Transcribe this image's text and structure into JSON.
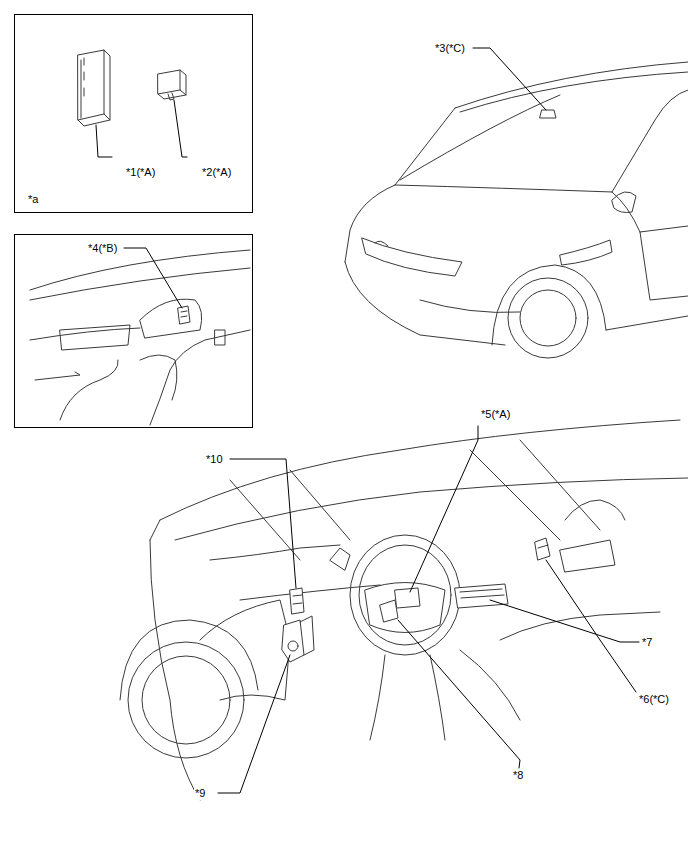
{
  "diagram": {
    "nodes": [
      {
        "text": [
          "*1(*A)",
          "*2(*A)",
          "*a"
        ]
      },
      {
        "text": [
          "*4(*B)"
        ]
      }
    ],
    "labels": [
      "*3(*C)",
      "*10",
      "*5(*A)",
      "*6(*C)",
      "*7",
      "*8",
      "*9"
    ]
  }
}
